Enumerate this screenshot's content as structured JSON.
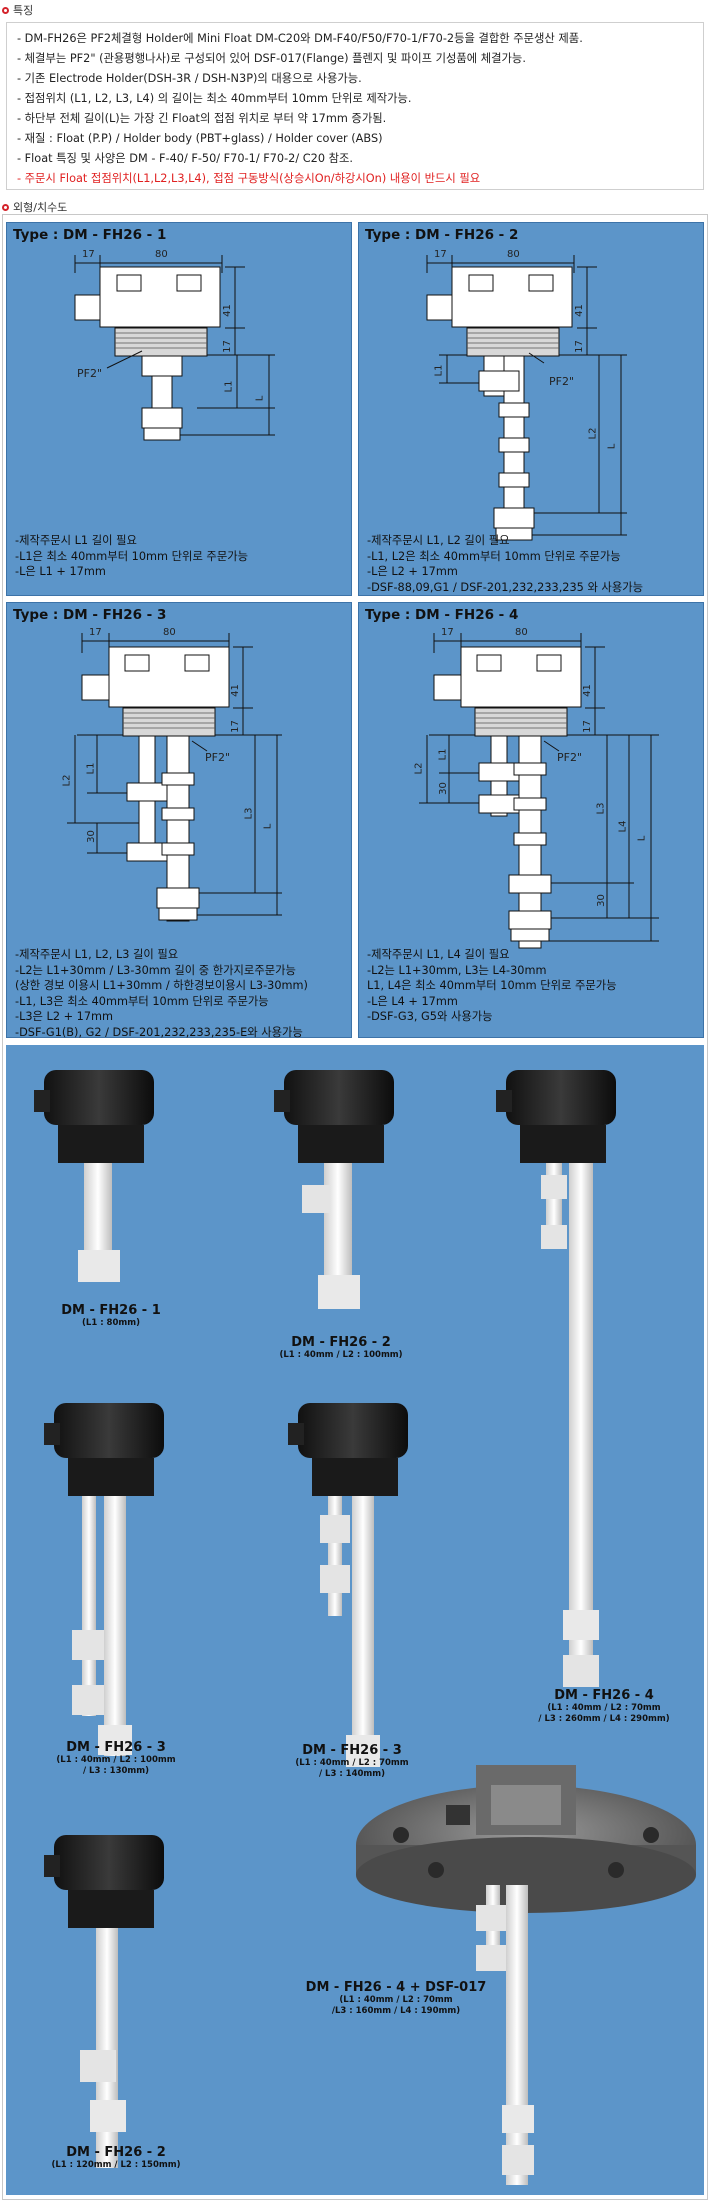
{
  "features": {
    "heading": "특징",
    "lines": [
      "- DM-FH26은 PF2체결형 Holder에 Mini Float DM-C20와 DM-F40/F50/F70-1/F70-2등을 결합한 주문생산 제품.",
      "- 체결부는 PF2\" (관용평행나사)로 구성되어 있어 DSF-017(Flange) 플렌지 및 파이프 기성품에 체결가능.",
      "- 기존 Electrode Holder(DSH-3R / DSH-N3P)의 대용으로 사용가능.",
      "- 접점위치 (L1, L2, L3, L4) 의 길이는 최소 40mm부터 10mm 단위로 제작가능.",
      "- 하단부 전체 길이(L)는 가장 긴 Float의 접점 위치로 부터 약 17mm 증가됨.",
      "- 재질 : Float (P.P) / Holder body (PBT+glass) / Holder cover (ABS)",
      "- Float 특징 및 사양은 DM - F-40/ F-50/ F70-1/ F70-2/ C20 참조.",
      "- 주문시 Float 접점위치(L1,L2,L3,L4), 접점 구동방식(상승시On/하강시On) 내용이 반드시 필요"
    ]
  },
  "dimensions": {
    "heading": "외형/치수도",
    "panels": [
      {
        "title": "Type : DM - FH26 - 1",
        "notes": [
          "-제작주문시 L1 길이 필요",
          "-L1은 최소 40mm부터 10mm 단위로 주문가능",
          "-L은 L1 + 17mm"
        ],
        "labels": {
          "w1": "17",
          "w2": "80",
          "h1": "41",
          "h2": "17",
          "pf": "PF2\"",
          "l1": "L1",
          "l": "L"
        }
      },
      {
        "title": "Type : DM - FH26 - 2",
        "notes": [
          "-제작주문시 L1, L2 길이 필요",
          "-L1, L2은 최소 40mm부터 10mm 단위로 주문가능",
          "-L은 L2 + 17mm",
          "-DSF-88,09,G1 / DSF-201,232,233,235 와 사용가능"
        ],
        "labels": {
          "w1": "17",
          "w2": "80",
          "h1": "41",
          "h2": "17",
          "pf": "PF2\"",
          "l1": "L1",
          "l2": "L2",
          "l": "L"
        }
      },
      {
        "title": "Type : DM - FH26 - 3",
        "notes": [
          "-제작주문시 L1, L2, L3 길이 필요",
          "-L2는 L1+30mm / L3-30mm 길이 중 한가지로주문가능",
          " (상한 경보 이용시 L1+30mm / 하한경보이용시 L3-30mm)",
          "-L1, L3은 최소 40mm부터 10mm 단위로 주문가능",
          "-L3은 L2 + 17mm",
          "-DSF-G1(B), G2 / DSF-201,232,233,235-E와 사용가능"
        ],
        "labels": {
          "w1": "17",
          "w2": "80",
          "h1": "41",
          "h2": "17",
          "pf": "PF2\"",
          "l1": "L1",
          "l2": "L2",
          "l3": "L3",
          "d30": "30",
          "l": "L"
        }
      },
      {
        "title": "Type : DM - FH26 - 4",
        "notes": [
          "-제작주문시 L1, L4 길이 필요",
          "-L2는 L1+30mm, L3는 L4-30mm",
          " L1, L4은 최소 40mm부터 10mm 단위로 주문가능",
          "-L은 L4 + 17mm",
          "-DSF-G3, G5와 사용가능"
        ],
        "labels": {
          "w1": "17",
          "w2": "80",
          "h1": "41",
          "h2": "17",
          "pf": "PF2\"",
          "l1": "L1",
          "l2": "L2",
          "l3": "L3",
          "l4": "L4",
          "d30a": "30",
          "d30b": "30",
          "l": "L"
        }
      }
    ]
  },
  "photos": [
    {
      "name": "DM - FH26 - 1",
      "spec": [
        "(L1 : 80mm)"
      ]
    },
    {
      "name": "DM - FH26 - 2",
      "spec": [
        "(L1 : 40mm / L2 : 100mm)"
      ]
    },
    {
      "name": "DM - FH26 - 4",
      "spec": [
        "(L1 : 40mm / L2 : 70mm",
        "/ L3 : 260mm / L4 : 290mm)"
      ]
    },
    {
      "name": "DM - FH26 - 3",
      "spec": [
        "(L1 : 40mm / L2 : 100mm",
        "/ L3 : 130mm)"
      ]
    },
    {
      "name": "DM - FH26 - 3",
      "spec": [
        "(L1 : 40mm / L2 : 70mm",
        "/ L3 : 140mm)"
      ]
    },
    {
      "name": "DM - FH26 - 4  + DSF-017",
      "spec": [
        "(L1 : 40mm / L2 : 70mm",
        "/L3 : 160mm / L4 : 190mm)"
      ]
    },
    {
      "name": "DM - FH26 - 2",
      "spec": [
        "(L1 : 120mm / L2 : 150mm)"
      ]
    }
  ],
  "colors": {
    "panel": "#5c95c9",
    "accent_red": "#e02020"
  }
}
